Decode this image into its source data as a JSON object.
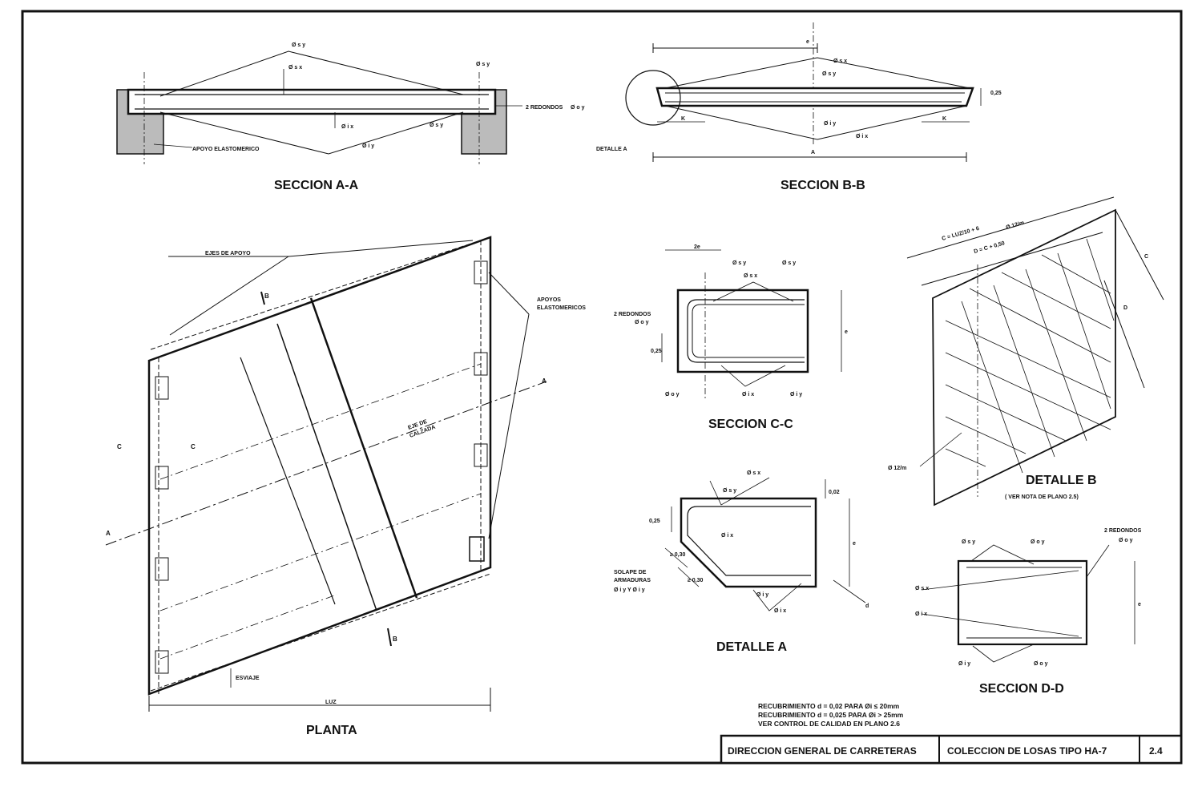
{
  "titles": {
    "seccion_aa": "SECCION A-A",
    "seccion_bb": "SECCION B-B",
    "planta": "PLANTA",
    "seccion_cc": "SECCION C-C",
    "detalle_a": "DETALLE A",
    "detalle_b": "DETALLE B",
    "detalle_b_note": "( VER NOTA DE PLANO 2.5)",
    "seccion_dd": "SECCION D-D"
  },
  "labels": {
    "apoyo_elastomerico": "APOYO ELASTOMERICO",
    "dos_redondos_aa": "2 REDONDOS",
    "phi_s_y": "Ø s y",
    "phi_s_x": "Ø s x",
    "phi_i_x": "Ø i x",
    "phi_i_y": "Ø i y",
    "phi_o_y": "Ø o y",
    "detalle_a_callout": "DETALLE A",
    "dim_025": "0,25",
    "dim_k": "K",
    "dim_a": "A",
    "dim_e": "e",
    "ejes_de_apoyo": "EJES DE APOYO",
    "apoyos_elastomericos_1": "APOYOS",
    "apoyos_elastomericos_2": "ELASTOMERICOS",
    "eje_de_calzada_1": "EJE DE",
    "eje_de_calzada_2": "CALZADA",
    "esviaje": "ESVIAJE",
    "luz": "LUZ",
    "cut_a": "A",
    "cut_b": "B",
    "cut_c": "C",
    "dos_redondos_cc_1": "2 REDONDOS",
    "dos_redondos_cc_2": "Ø o y",
    "dim_2e": "2e",
    "dim_c": "C = LUZ/10 + 6",
    "dim_phi12": "Ø 12/m",
    "dim_d_c": "D = C + 0,50",
    "dim_d": "D",
    "solape_1": "SOLAPE DE",
    "solape_2": "ARMADURAS",
    "solape_3": "Ø i y  Y  Ø i y",
    "dim_030": "≥ 0,30",
    "dim_002": "0,02",
    "dim_small_d": "d",
    "dos_redondos_dd_1": "2 REDONDOS",
    "dos_redondos_dd_2": "Ø o y"
  },
  "notes": {
    "line1": "RECUBRIMIENTO d = 0,02 PARA Øi ≤ 20mm",
    "line2": "RECUBRIMIENTO d = 0,025 PARA Øi > 25mm",
    "line3": "VER CONTROL DE CALIDAD EN PLANO 2.6"
  },
  "title_block": {
    "org": "DIRECCION GENERAL DE CARRETERAS",
    "collection": "COLECCION DE LOSAS TIPO  HA-7",
    "sheet": "2.4"
  }
}
